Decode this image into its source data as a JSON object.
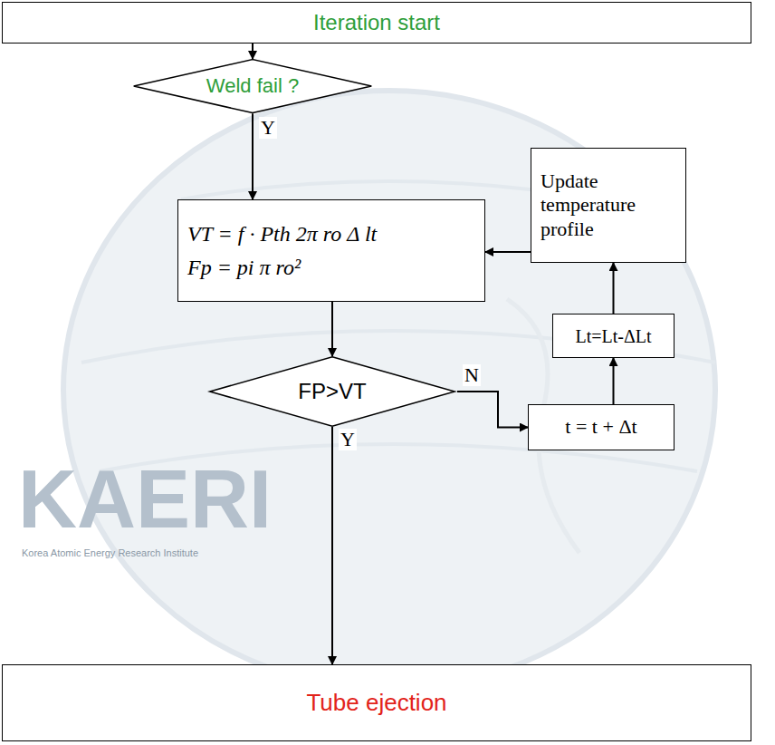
{
  "diagram": {
    "nodes": [
      {
        "text": [
          "Iteration start"
        ]
      },
      {
        "text": [
          "Weld fail ?"
        ]
      },
      {
        "text": [
          "VT = f · Pth 2π ro Δ lt",
          "Fp = pi π ro²"
        ]
      },
      {
        "text": [
          "Update temperature profile"
        ]
      },
      {
        "text": [
          "Lt=Lt-ΔLt"
        ]
      },
      {
        "text": [
          "FP>VT"
        ]
      },
      {
        "text": [
          "t = t + Δt"
        ]
      },
      {
        "text": [
          "Tube ejection"
        ]
      }
    ],
    "edges": [
      {
        "from": 0,
        "to": 1,
        "arrow": "to"
      },
      {
        "from": 1,
        "to": 2,
        "label": "Y",
        "arrow": "to"
      },
      {
        "from": 3,
        "to": 2,
        "arrow": "to"
      },
      {
        "from": 2,
        "to": 5,
        "arrow": "to"
      },
      {
        "from": 5,
        "to": 6,
        "label": "N",
        "arrow": "to"
      },
      {
        "from": 6,
        "to": 4,
        "arrow": "to"
      },
      {
        "from": 4,
        "to": 3,
        "arrow": "to"
      },
      {
        "from": 5,
        "to": 7,
        "label": "Y",
        "arrow": "to"
      }
    ],
    "labels": [
      "KAERI",
      "Korea Atomic Energy Research Institute"
    ]
  }
}
